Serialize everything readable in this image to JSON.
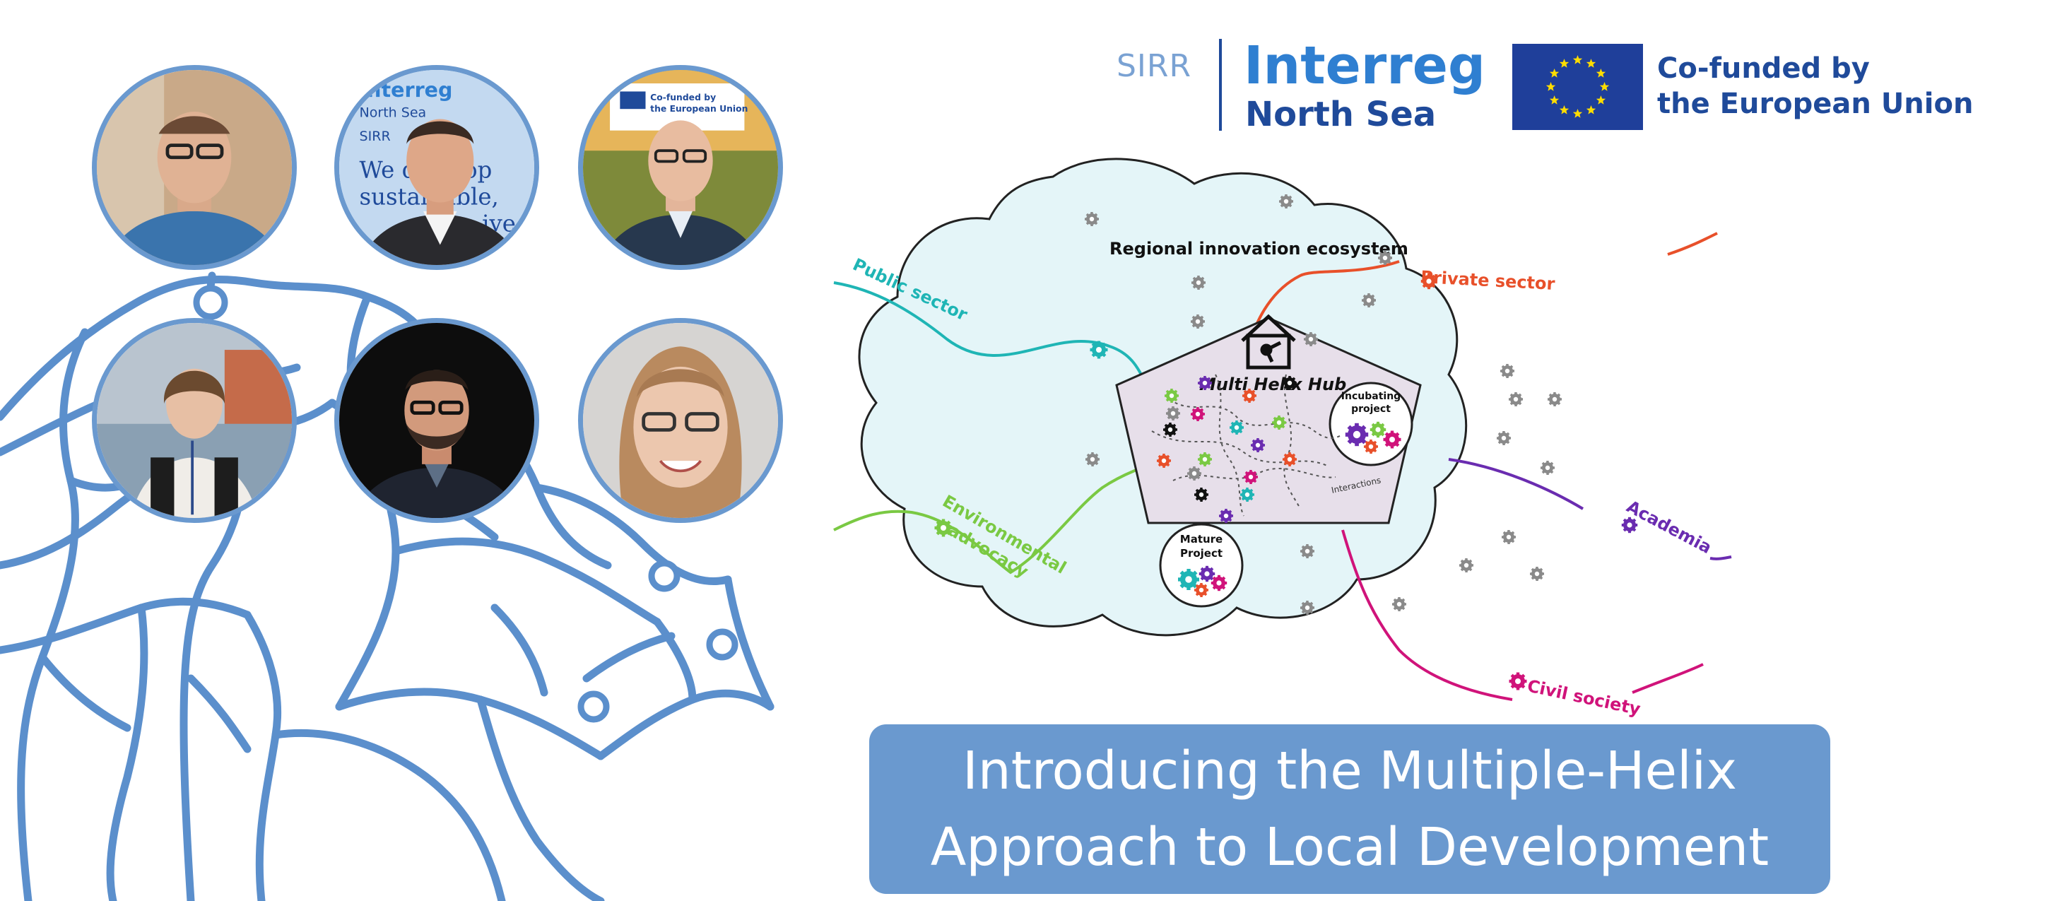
{
  "colors": {
    "brand_blue": "#6a99cf",
    "dark_blue": "#1f4a9a",
    "public_sector": "#1fb5b5",
    "private_sector": "#e8502a",
    "academia": "#6a2cb0",
    "civil_society": "#d0137a",
    "environmental_advocacy": "#7ac943",
    "cloud_fill": "#e4f5f8",
    "hub_fill": "#e7dfea"
  },
  "header": {
    "sirr": "SIRR",
    "interreg": "Interreg",
    "region": "North Sea",
    "cofunded_line1": "Co-funded by",
    "cofunded_line2": "the European Union",
    "flag_icon": "eu-flag-icon"
  },
  "diagram": {
    "ecosystem_title": "Regional innovation ecosystem",
    "hub_title": "Multi Helix Hub",
    "hub_icon": "house-network-icon",
    "incubating_line1": "Incubating",
    "incubating_line2": "project",
    "mature_line1": "Mature",
    "mature_line2": "Project",
    "interactions": "Interactions",
    "sectors": {
      "public": "Public sector",
      "private": "Private sector",
      "academia": "Academia",
      "civil": "Civil society",
      "env_line1": "Environmental",
      "env_line2": "advocacy"
    }
  },
  "photos": [
    {
      "name": "person-photo-1"
    },
    {
      "name": "person-photo-2",
      "sign_line1": "Interreg",
      "sign_line2": "North Sea",
      "sign_line3": "SIRR",
      "sign_line4": "We develop",
      "sign_line5": "sustainable,",
      "sign_line6": "...ive"
    },
    {
      "name": "person-photo-3",
      "sign_line1": "Co-funded by",
      "sign_line2": "the European Union"
    },
    {
      "name": "person-photo-4"
    },
    {
      "name": "person-photo-5"
    },
    {
      "name": "person-photo-6"
    }
  ],
  "banner": {
    "line1": "Introducing the Multiple-Helix",
    "line2": "Approach to Local Development"
  }
}
